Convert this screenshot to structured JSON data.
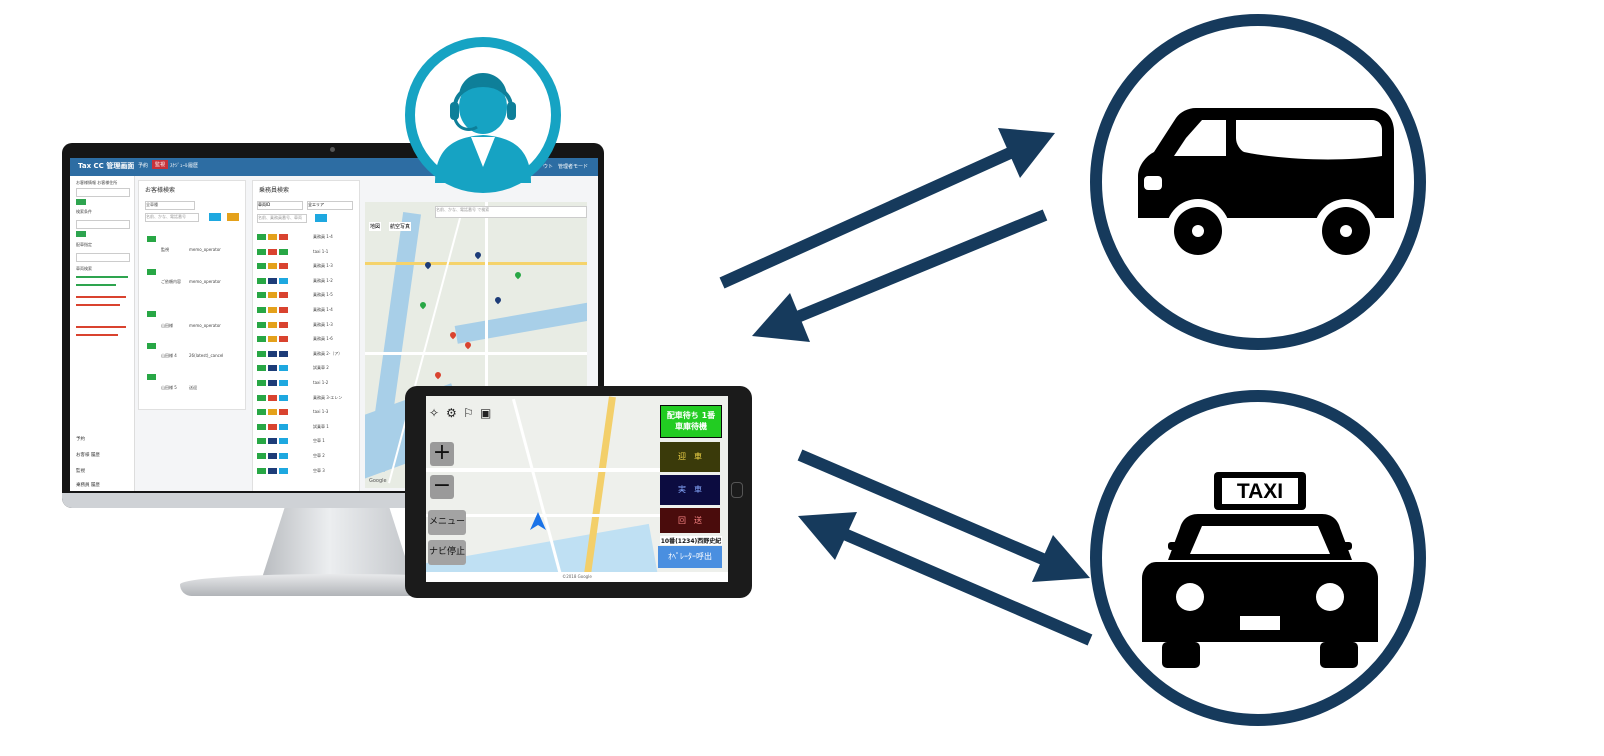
{
  "monitor": {
    "brand": "Tax CC 管理画面",
    "nav": [
      "予約",
      "監視",
      "ｽｹｼﾞｭｰﾙ",
      "履歴"
    ],
    "nav_right": "ログアウト　管理者モード",
    "sidebar": {
      "sections": [
        "お客様情報 お客様住所",
        "検索条件",
        "配車指定",
        "車両検索"
      ],
      "menu": [
        "予約",
        "お客様 履歴",
        "監視",
        "乗務員 履歴"
      ]
    },
    "customer_panel": {
      "title": "お客様検索",
      "search_placeholder": "名前、かな、電話番号",
      "select": "全車種",
      "rows": [
        {
          "name": "監視",
          "memo": "memo_operator"
        },
        {
          "name": "ご依頼内容",
          "memo": "memo_operator"
        },
        {
          "name": "山田様",
          "memo": "memo_operator"
        },
        {
          "name": "山田様 4",
          "memo": "26(latest)_cancel"
        },
        {
          "name": "山田様 5",
          "memo": "送迎"
        }
      ]
    },
    "vehicle_panel": {
      "title": "乗務員検索",
      "select1": "車両ID",
      "select2": "全エリア",
      "search_placeholder": "名前、乗務員番号、車両",
      "rows": [
        "乗務員 1-4",
        "taxi 1-1",
        "乗務員 1-3",
        "乗務員 1-2",
        "乗務員 1-5",
        "乗務員 1-4",
        "乗務員 1-3",
        "乗務員 1-6",
        "乗務員 2-（ア）",
        "試乗車 2",
        "taxi 1-2",
        "乗務員 3-エレン",
        "taxi 1-3",
        "試乗車 1",
        "空車 1",
        "空車 2",
        "空車 3"
      ]
    },
    "map": {
      "tab1": "地図",
      "tab2": "航空写真",
      "search_placeholder": "名前、かな、電話番号 で検索",
      "footer": "Google"
    }
  },
  "tablet": {
    "zoom_in": "+",
    "zoom_out": "−",
    "menu_button": "メニュー",
    "navi_stop_button": "ナビ停止",
    "status_wait_line1": "配車待ち 1番",
    "status_wait_line2": "車庫待機",
    "status_pickup": "迎　車",
    "status_occupied": "実　車",
    "status_return": "回　送",
    "vehicle_label": "10番(1234)西野史紀",
    "operator_call": "ｵﾍﾟﾚｰﾀｰ呼出",
    "map_footer": "©2018 Google"
  },
  "taxi_sign": "TAXI",
  "colors": {
    "navy": "#163a5c",
    "teal": "#16a3c3",
    "app_blue": "#2d6da3"
  }
}
